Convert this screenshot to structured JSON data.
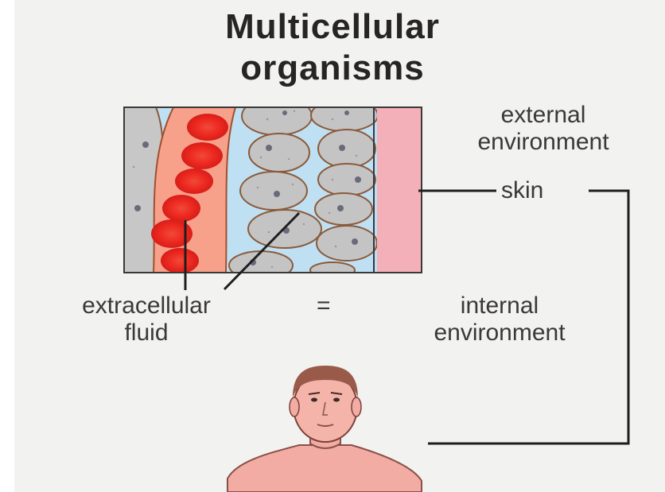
{
  "title_line1": "Multicellular",
  "title_line2": "organisms",
  "labels": {
    "external_line1": "external",
    "external_line2": "environment",
    "skin": "skin",
    "extracellular_line1": "extracellular",
    "extracellular_line2": "fluid",
    "equals": "=",
    "internal_line1": "internal",
    "internal_line2": "environment"
  },
  "colors": {
    "background": "#f2f2f0",
    "blood_vessel": "#f7a08a",
    "red_blood_cell": "#ee2b22",
    "extracellular_fluid": "#bfe0f2",
    "cell": "#c4c4c4",
    "skin": "#f4b0b8",
    "person_skin": "#f2aca4"
  },
  "icons": [
    "tissue-diagram",
    "person-figure"
  ]
}
